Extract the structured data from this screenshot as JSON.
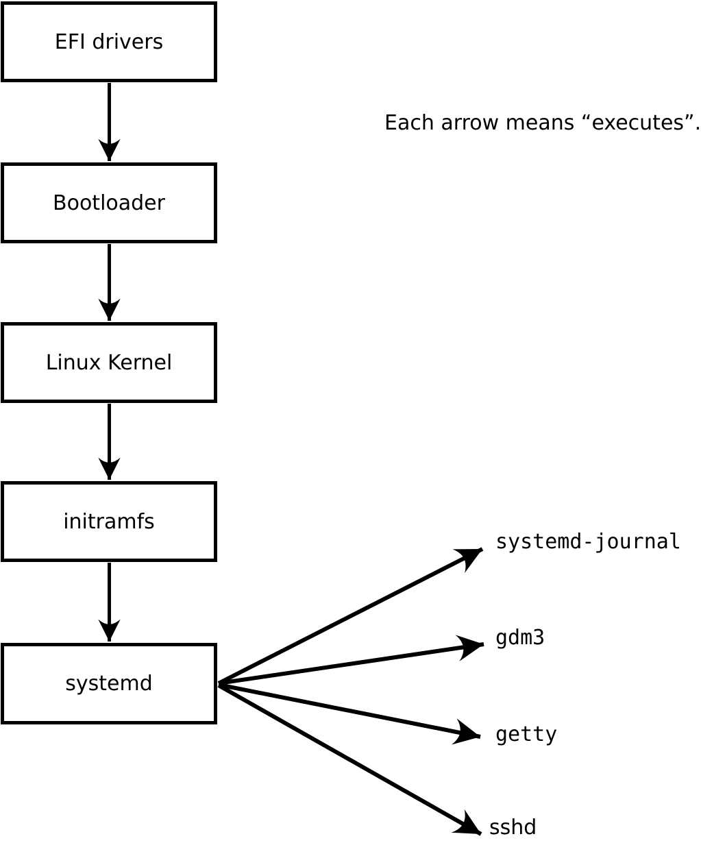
{
  "legend": {
    "note": "Each arrow means “executes”."
  },
  "chain": [
    {
      "label": "EFI drivers"
    },
    {
      "label": "Bootloader"
    },
    {
      "label": "Linux Kernel"
    },
    {
      "label": "initramfs"
    },
    {
      "label": "systemd"
    }
  ],
  "services": [
    {
      "label": "systemd-journal"
    },
    {
      "label": "gdm3"
    },
    {
      "label": "getty"
    },
    {
      "label": "sshd"
    }
  ],
  "colors": {
    "line": "#000000",
    "box_border": "#000000",
    "box_fill": "#ffffff",
    "background": "#ffffff",
    "text": "#000000"
  }
}
